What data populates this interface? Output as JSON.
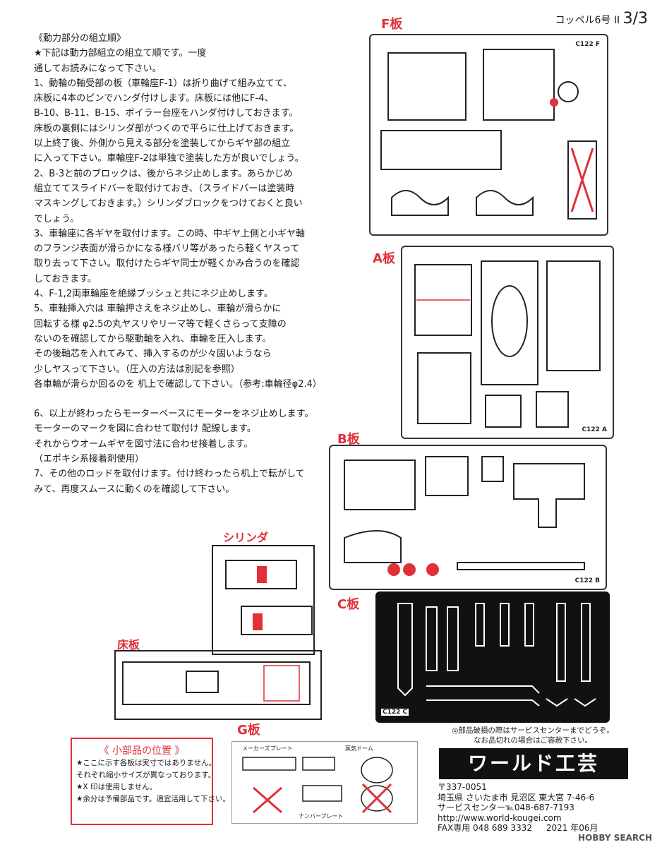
{
  "header": {
    "title": "コッペル6号 II",
    "page": "3/3"
  },
  "instructions": {
    "lines": [
      "《動力部分の組立順》",
      "★下記は動力部組立の組立て順です。一度",
      "通してお読みになって下さい。",
      "1、動輪の軸受部の板（車輪座F-1）は折り曲げて組み立てて、",
      "床板に4本のピンでハンダ付けします。床板には他にF-4、",
      "B-10、B-11、B-15、ボイラー台座をハンダ付けしておきます。",
      "床板の裏側にはシリンダ部がつくので平らに仕上げておきます。",
      "以上終了後、外側から見える部分を塗装してからギヤ部の組立",
      "に入って下さい。車輪座F-2は単独で塗装した方が良いでしょう。",
      "2、B-3と前のブロックは、後からネジ止めします。あらかじめ",
      "組立ててスライドバーを取付けておき、（スライドバーは塗装時",
      "マスキングしておきます。）シリンダブロックをつけておくと良い",
      "でしょう。",
      "3、車輪座に各ギヤを取付けます。この時、中ギヤ上側と小ギヤ軸",
      "のフランジ表面が滑らかになる様バリ等があったら軽くヤスって",
      "取り去って下さい。取付けたらギヤ同士が軽くかみ合うのを確認",
      "しておきます。",
      "4、F-1,2両車輪座を絶縁ブッシュと共にネジ止めします。",
      "5、車軸挿入穴は 車輪押さえをネジ止めし、車輪が滑らかに",
      "回転する様 φ2.5の丸ヤスリやリーマ等で軽くさらって支障の",
      "ないのを確認してから駆動軸を入れ、車輪を圧入します。",
      "その後軸芯を入れてみて、挿入するのが少々固いようなら",
      "少しヤスって下さい。（圧入の方法は別記を参照）",
      "各車輪が滑らか回るのを 机上で確認して下さい。（参考:車輪径φ2.4）",
      "",
      "6、以上が終わったらモーターベースにモーターをネジ止めします。",
      "モーターのマークを図に合わせて取付け 配線します。",
      "それからウオームギヤを図寸法に合わせ接着します。",
      "（エポキシ系接着剤使用）",
      "7、その他のロッドを取付けます。付け終わったら机上で転がして",
      "みて、再度スムースに動くのを確認して下さい。"
    ]
  },
  "labels": {
    "F": "F板",
    "A": "A板",
    "B": "B板",
    "C": "C板",
    "G": "G板",
    "cylinder": "シリンダ",
    "floor": "床板",
    "maker_plate": "メーカーズプレート",
    "number_plate": "ナンバープレート",
    "steam_dome": "蒸気ドーム",
    "code_F": "C122 F",
    "code_A": "C122 A",
    "code_B": "C122 B",
    "code_C": "C122 C"
  },
  "note_box": {
    "title": "《 小部品の位置 》",
    "lines": [
      "★ここに示す各板は実寸ではありません。",
      "それぞれ縮小サイズが異なっております。",
      "★X 印は使用しません。",
      "★余分は予備部品です。適宜活用して下さい。"
    ]
  },
  "company": {
    "top1": "◎部品破損の際はサービスセンターまでどうぞ。",
    "top2": "なお品切れの場合はご容赦下さい。",
    "name": "ワールド工芸",
    "zip": "〒337-0051",
    "address": "埼玉県 さいたま市 見沼区 東大宮 7-46-6",
    "service": "サービスセンター℡048-687-7193",
    "web": "http://www.world-kougei.com",
    "fax": "FAX専用 048 689 3332",
    "date": "2021 年06月"
  },
  "watermark": "HOBBY SEARCH",
  "colors": {
    "accent_red": "#e0303a",
    "ink": "#1a1a1a"
  }
}
